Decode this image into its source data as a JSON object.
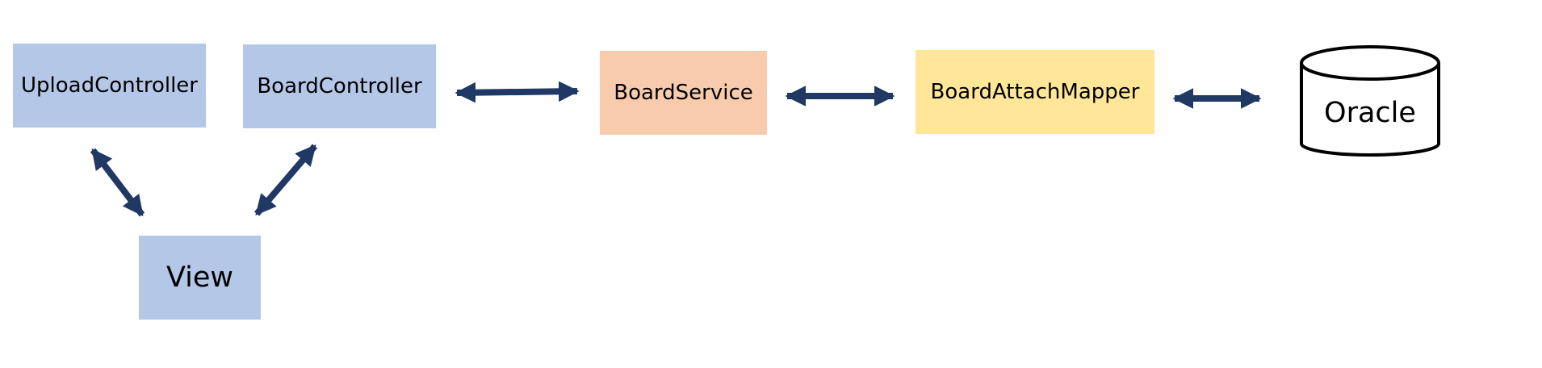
{
  "colors": {
    "controller_fill": "#b4c7e7",
    "service_fill": "#f8cbad",
    "mapper_fill": "#ffe699",
    "arrow": "#1f3864",
    "db_stroke": "#000000"
  },
  "nodes": {
    "upload_controller": "UploadController",
    "board_controller": "BoardController",
    "view": "View",
    "board_service": "BoardService",
    "board_attach_mapper": "BoardAttachMapper",
    "oracle": "Oracle"
  },
  "edges": [
    {
      "from": "UploadController",
      "to": "View",
      "style": "bidirectional"
    },
    {
      "from": "BoardController",
      "to": "View",
      "style": "bidirectional"
    },
    {
      "from": "BoardController",
      "to": "BoardService",
      "style": "bidirectional"
    },
    {
      "from": "BoardService",
      "to": "BoardAttachMapper",
      "style": "bidirectional"
    },
    {
      "from": "BoardAttachMapper",
      "to": "Oracle",
      "style": "bidirectional"
    }
  ]
}
